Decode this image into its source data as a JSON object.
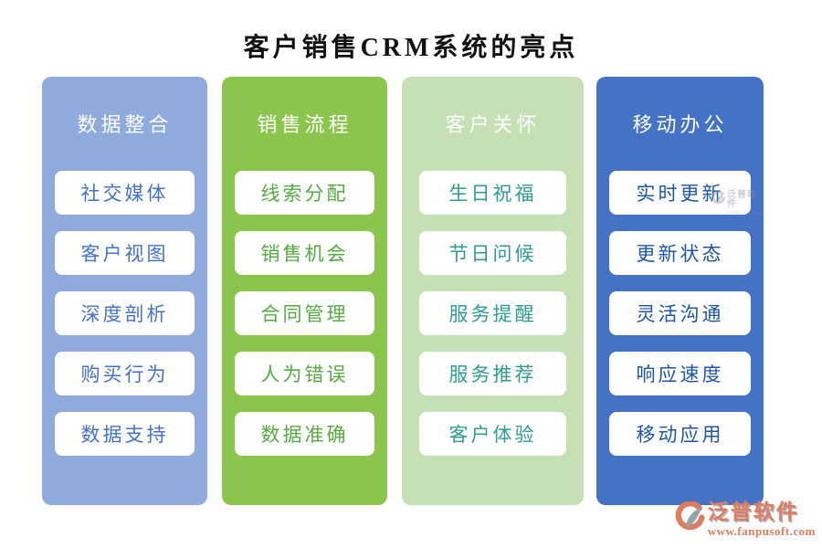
{
  "title": "客户销售CRM系统的亮点",
  "columns": [
    {
      "header": "数据整合",
      "bg": "#8FAADC",
      "item_text_color": "#4472C4",
      "items": [
        "社交媒体",
        "客户视图",
        "深度剖析",
        "购买行为",
        "数据支持"
      ]
    },
    {
      "header": "销售流程",
      "bg": "#8CC54E",
      "item_text_color": "#53AC3F",
      "items": [
        "线索分配",
        "销售机会",
        "合同管理",
        "人为错误",
        "数据准确"
      ]
    },
    {
      "header": "客户关怀",
      "bg": "#C5E0B4",
      "item_text_color": "#2E9B94",
      "items": [
        "生日祝福",
        "节日问候",
        "服务提醒",
        "服务推荐",
        "客户体验"
      ]
    },
    {
      "header": "移动办公",
      "bg": "#4472C4",
      "item_text_color": "#1D56A6",
      "items": [
        "实时更新",
        "更新状态",
        "灵活沟通",
        "响应速度",
        "移动应用"
      ]
    }
  ],
  "watermark": {
    "brand": "泛普软件",
    "subtitle": "FANPU SOFTWARE"
  },
  "footer": {
    "brand": "泛普软件",
    "url": "www.fanpusoft.com",
    "brand_color": "#E07B5F",
    "icon_gray": "#98A0A8"
  }
}
